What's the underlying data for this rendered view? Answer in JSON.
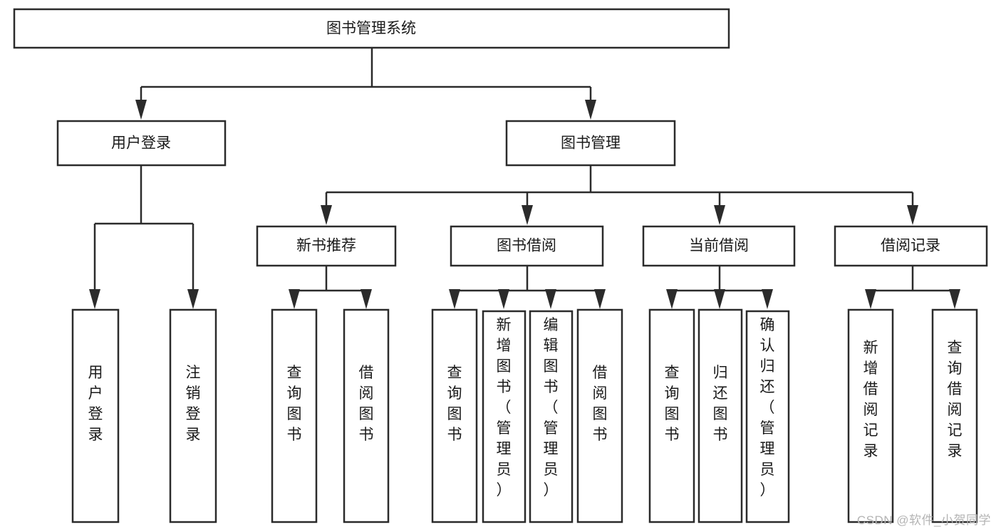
{
  "diagram": {
    "type": "tree-hierarchy",
    "title": "图书管理系统",
    "orientation": "top-down",
    "root": {
      "id": "root",
      "label": "图书管理系统",
      "text_orientation": "horizontal"
    },
    "level2": [
      {
        "id": "user-login",
        "label": "用户登录",
        "text_orientation": "horizontal"
      },
      {
        "id": "book-management",
        "label": "图书管理",
        "text_orientation": "horizontal"
      }
    ],
    "level3": [
      {
        "id": "new-book-recommend",
        "label": "新书推荐",
        "parent": "book-management",
        "text_orientation": "horizontal"
      },
      {
        "id": "book-borrow",
        "label": "图书借阅",
        "parent": "book-management",
        "text_orientation": "horizontal"
      },
      {
        "id": "current-borrow",
        "label": "当前借阅",
        "parent": "book-management",
        "text_orientation": "horizontal"
      },
      {
        "id": "borrow-record",
        "label": "借阅记录",
        "parent": "book-management",
        "text_orientation": "horizontal"
      }
    ],
    "leaves": [
      {
        "id": "leaf-user-login",
        "label": "用户登录",
        "parent": "user-login",
        "text_orientation": "vertical"
      },
      {
        "id": "leaf-logout-login",
        "label": "注销登录",
        "parent": "user-login",
        "text_orientation": "vertical"
      },
      {
        "id": "leaf-query-book-1",
        "label": "查询图书",
        "parent": "new-book-recommend",
        "text_orientation": "vertical"
      },
      {
        "id": "leaf-borrow-book-1",
        "label": "借阅图书",
        "parent": "new-book-recommend",
        "text_orientation": "vertical"
      },
      {
        "id": "leaf-query-book-2",
        "label": "查询图书",
        "parent": "book-borrow",
        "text_orientation": "vertical"
      },
      {
        "id": "leaf-add-book-admin",
        "label": "新增图书（管理员）",
        "parent": "book-borrow",
        "text_orientation": "vertical"
      },
      {
        "id": "leaf-edit-book-admin",
        "label": "编辑图书（管理员）",
        "parent": "book-borrow",
        "text_orientation": "vertical"
      },
      {
        "id": "leaf-borrow-book-2",
        "label": "借阅图书",
        "parent": "book-borrow",
        "text_orientation": "vertical"
      },
      {
        "id": "leaf-query-book-3",
        "label": "查询图书",
        "parent": "current-borrow",
        "text_orientation": "vertical"
      },
      {
        "id": "leaf-return-book",
        "label": "归还图书",
        "parent": "current-borrow",
        "text_orientation": "vertical"
      },
      {
        "id": "leaf-confirm-return-admin",
        "label": "确认归还（管理员）",
        "parent": "current-borrow",
        "text_orientation": "vertical"
      },
      {
        "id": "leaf-add-borrow-record",
        "label": "新增借阅记录",
        "parent": "borrow-record",
        "text_orientation": "vertical"
      },
      {
        "id": "leaf-query-borrow-record",
        "label": "查询借阅记录",
        "parent": "borrow-record",
        "text_orientation": "vertical"
      }
    ]
  },
  "colors": {
    "box_stroke": "#2b2b2b",
    "box_fill": "#ffffff",
    "text": "#1a1a1a",
    "background": "#ffffff",
    "watermark": "#b4b4b4"
  },
  "watermark": {
    "text": "CSDN @软件_小贺同学"
  }
}
